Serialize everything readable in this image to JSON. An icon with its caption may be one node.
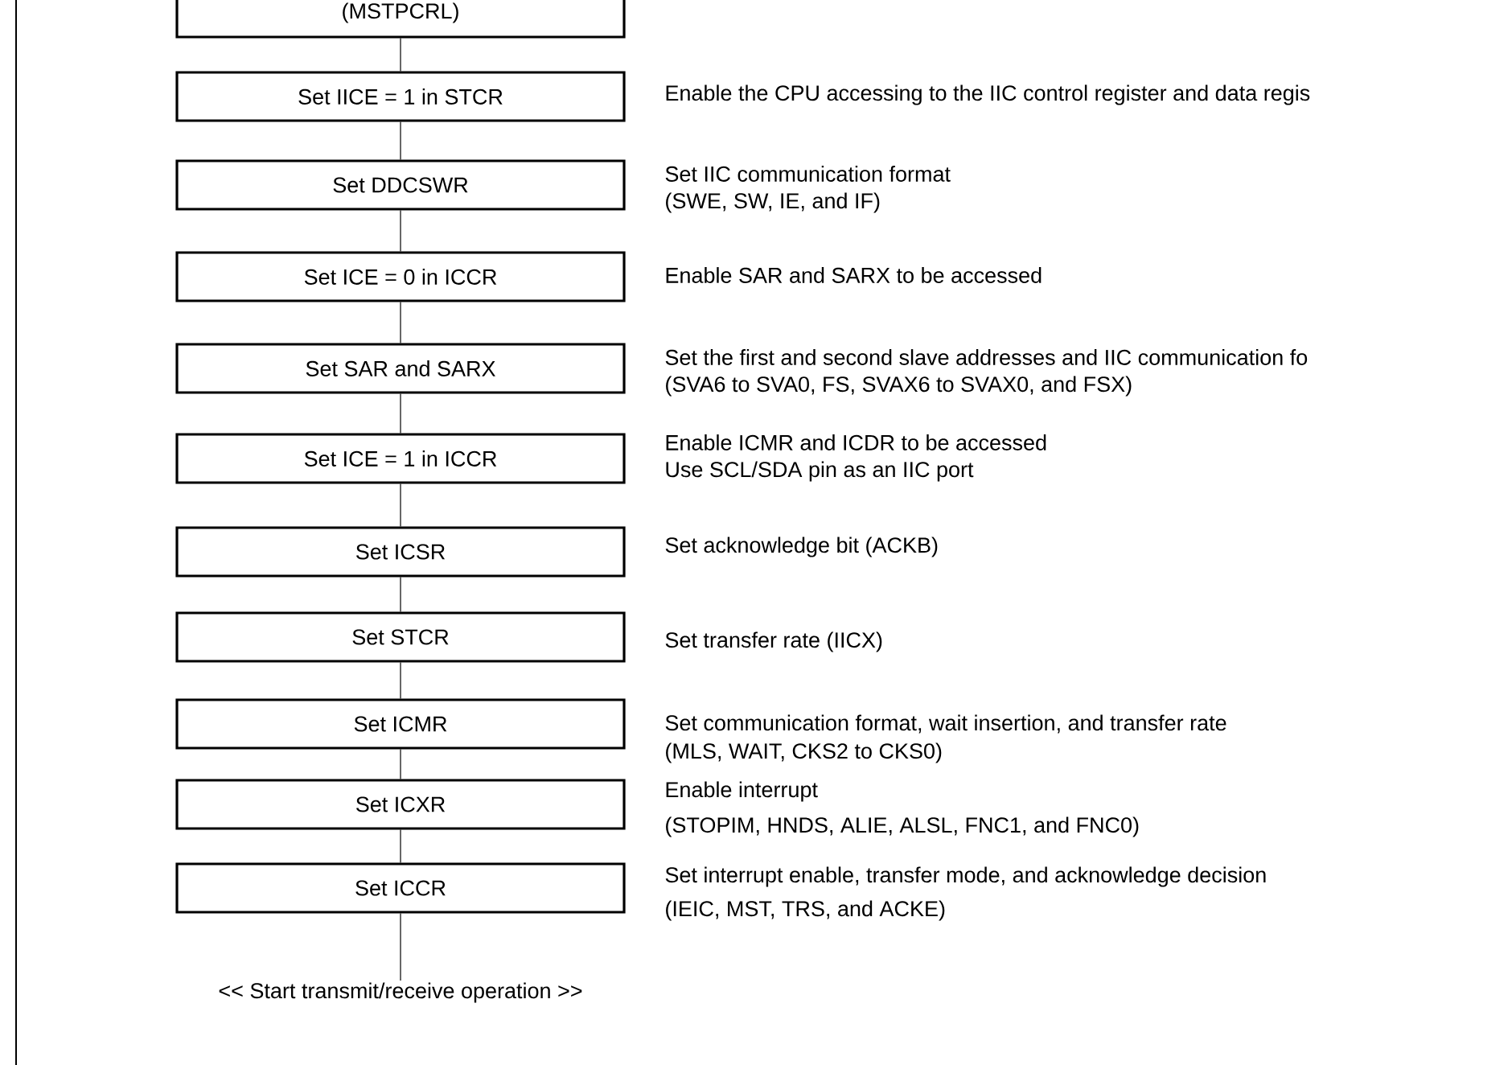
{
  "diagram": {
    "nodes": [
      {
        "text": [
          "(MSTPCRL)"
        ]
      },
      {
        "text": [
          "Set IICE = 1 in STCR"
        ],
        "beside": [
          "Enable the CPU accessing to the IIC control register and data regis"
        ]
      },
      {
        "text": [
          "Set DDCSWR"
        ],
        "beside": [
          "Set IIC communication format",
          "(SWE, SW, IE, and IF)"
        ]
      },
      {
        "text": [
          "Set ICE = 0 in ICCR"
        ],
        "beside": [
          "Enable SAR and SARX to be accessed"
        ]
      },
      {
        "text": [
          "Set SAR and SARX"
        ],
        "beside": [
          "Set the first and second slave addresses and IIC communication fo",
          "(SVA6 to SVA0, FS, SVAX6 to SVAX0, and FSX)"
        ]
      },
      {
        "text": [
          "Set ICE = 1 in ICCR"
        ],
        "beside": [
          "Enable ICMR and ICDR to be accessed",
          "Use SCL/SDA pin as an IIC port"
        ]
      },
      {
        "text": [
          "Set ICSR"
        ],
        "beside": [
          "Set acknowledge bit (ACKB)"
        ]
      },
      {
        "text": [
          "Set STCR"
        ],
        "beside": [
          "Set transfer rate (IICX)"
        ]
      },
      {
        "text": [
          "Set ICMR"
        ],
        "beside": [
          "Set communication format, wait insertion, and transfer rate",
          "(MLS, WAIT, CKS2 to CKS0)"
        ]
      },
      {
        "text": [
          "Set ICXR"
        ],
        "beside": [
          "Enable interrupt",
          "(STOPIM, HNDS, ALIE, ALSL, FNC1, and FNC0)"
        ]
      },
      {
        "text": [
          "Set ICCR"
        ],
        "beside": [
          "Set interrupt enable, transfer mode, and acknowledge decision",
          "(IEIC, MST, TRS, and ACKE)"
        ]
      },
      {
        "text": [
          "<< Start transmit/receive operation >>"
        ]
      }
    ],
    "edges": [
      {
        "from": 0,
        "to": 1,
        "arrow": "none"
      },
      {
        "from": 1,
        "to": 2,
        "arrow": "none"
      },
      {
        "from": 2,
        "to": 3,
        "arrow": "none"
      },
      {
        "from": 3,
        "to": 4,
        "arrow": "none"
      },
      {
        "from": 4,
        "to": 5,
        "arrow": "none"
      },
      {
        "from": 5,
        "to": 6,
        "arrow": "none"
      },
      {
        "from": 6,
        "to": 7,
        "arrow": "none"
      },
      {
        "from": 7,
        "to": 8,
        "arrow": "none"
      },
      {
        "from": 8,
        "to": 9,
        "arrow": "none"
      },
      {
        "from": 9,
        "to": 10,
        "arrow": "none"
      },
      {
        "from": 10,
        "to": 11,
        "arrow": "none"
      }
    ]
  }
}
